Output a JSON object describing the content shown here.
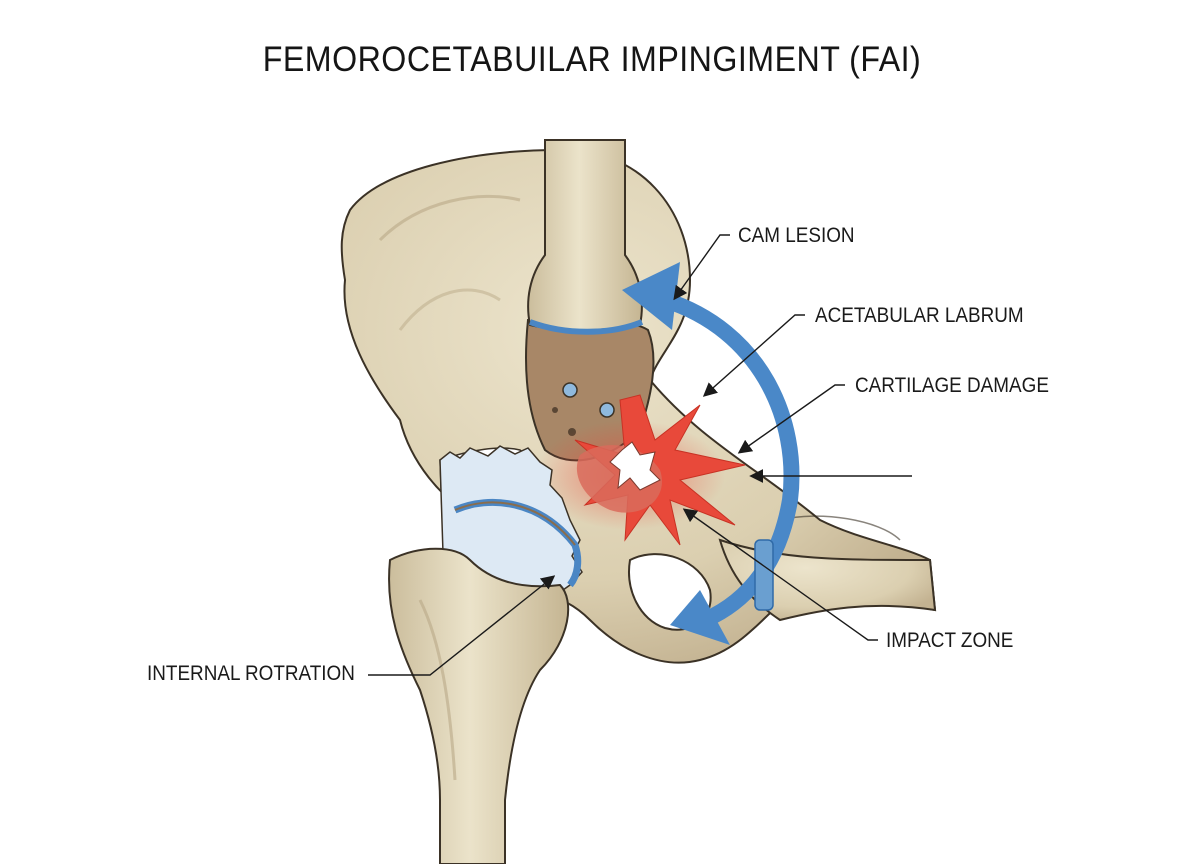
{
  "title": "FEMOROCETABUILAR IMPINGIMENT (FAI)",
  "labels": {
    "cam_lesion": "CAM LESION",
    "acetabular_labrum": "ACETABULAR LABRUM",
    "cartilage_damage": "CARTILAGE DAMAGE",
    "impact_zone": "IMPACT ZONE",
    "internal_rotation": "INTERNAL ROTRATION"
  },
  "colors": {
    "bone": "#ddd2b5",
    "bone_shadow": "#b9a987",
    "marrow": "#a88767",
    "cartilage_blue": "#4a86c4",
    "impact_red": "#e8493a",
    "arrow_blue": "#4a88c8",
    "outline": "#3b3226"
  }
}
